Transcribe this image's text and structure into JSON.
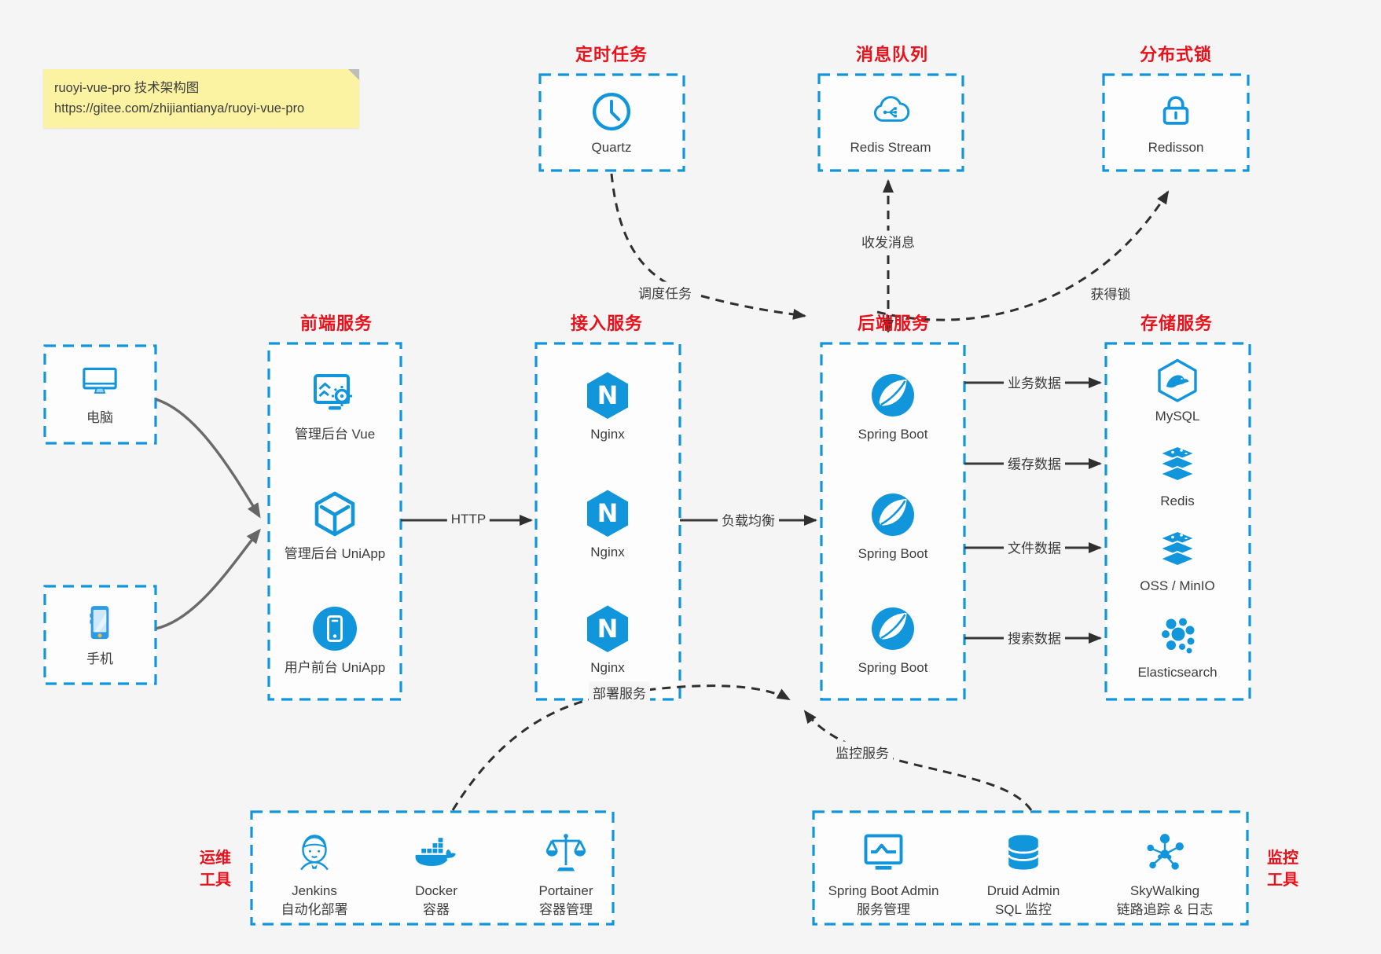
{
  "note": {
    "line1": "ruoyi-vue-pro 技术架构图",
    "line2": "https://gitee.com/zhijiantianya/ruoyi-vue-pro"
  },
  "colors": {
    "accent_blue": "#1296db",
    "title_red": "#e7121b",
    "arrow_dark": "#2f2f2f",
    "note_bg": "#fbf2a2",
    "canvas_bg": "#f5f5f6"
  },
  "top_groups": [
    {
      "title": "定时任务",
      "label": "Quartz",
      "icon": "clock-icon"
    },
    {
      "title": "消息队列",
      "label": "Redis Stream",
      "icon": "mq-cloud-icon"
    },
    {
      "title": "分布式锁",
      "label": "Redisson",
      "icon": "lock-icon"
    }
  ],
  "clients": [
    {
      "label": "电脑",
      "icon": "desktop-icon"
    },
    {
      "label": "手机",
      "icon": "smartphone-icon"
    }
  ],
  "columns": [
    {
      "title": "前端服务",
      "items": [
        {
          "label": "管理后台 Vue",
          "icon": "admin-vue-icon"
        },
        {
          "label": "管理后台 UniApp",
          "icon": "uniapp-cube-icon"
        },
        {
          "label": "用户前台 UniApp",
          "icon": "mobile-app-icon"
        }
      ]
    },
    {
      "title": "接入服务",
      "items": [
        {
          "label": "Nginx",
          "icon": "nginx-icon"
        },
        {
          "label": "Nginx",
          "icon": "nginx-icon"
        },
        {
          "label": "Nginx",
          "icon": "nginx-icon"
        }
      ]
    },
    {
      "title": "后端服务",
      "items": [
        {
          "label": "Spring Boot",
          "icon": "spring-boot-icon"
        },
        {
          "label": "Spring Boot",
          "icon": "spring-boot-icon"
        },
        {
          "label": "Spring Boot",
          "icon": "spring-boot-icon"
        }
      ]
    },
    {
      "title": "存储服务",
      "items": [
        {
          "label": "MySQL",
          "icon": "mysql-icon"
        },
        {
          "label": "Redis",
          "icon": "redis-stack-icon"
        },
        {
          "label": "OSS / MinIO",
          "icon": "oss-stack-icon"
        },
        {
          "label": "Elasticsearch",
          "icon": "elasticsearch-icon"
        }
      ]
    }
  ],
  "edges": {
    "schedule": "调度任务",
    "message": "收发消息",
    "lock": "获得锁",
    "http": "HTTP",
    "load_balance": "负载均衡",
    "business": "业务数据",
    "cache": "缓存数据",
    "file": "文件数据",
    "search": "搜索数据",
    "deploy": "部署服务",
    "monitor": "监控服务"
  },
  "bottom_groups": [
    {
      "side_line1": "运维",
      "side_line2": "工具",
      "items": [
        {
          "name": "Jenkins",
          "desc": "自动化部署",
          "icon": "jenkins-icon"
        },
        {
          "name": "Docker",
          "desc": "容器",
          "icon": "docker-icon"
        },
        {
          "name": "Portainer",
          "desc": "容器管理",
          "icon": "portainer-icon"
        }
      ]
    },
    {
      "side_line1": "监控",
      "side_line2": "工具",
      "items": [
        {
          "name": "Spring Boot Admin",
          "desc": "服务管理",
          "icon": "spring-boot-admin-icon"
        },
        {
          "name": "Druid Admin",
          "desc": "SQL 监控",
          "icon": "druid-icon"
        },
        {
          "name": "SkyWalking",
          "desc": "链路追踪 & 日志",
          "icon": "skywalking-icon"
        }
      ]
    }
  ]
}
